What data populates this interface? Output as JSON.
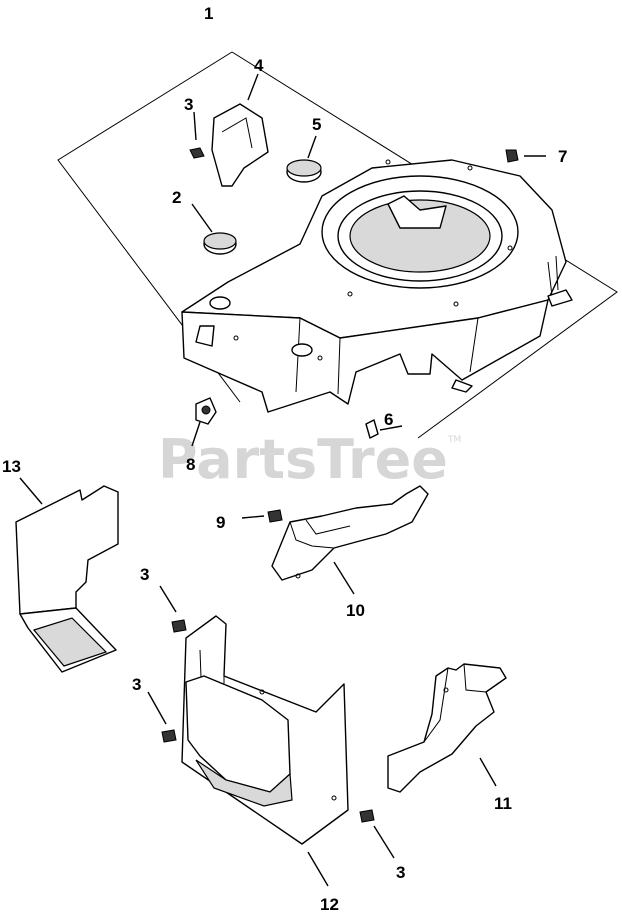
{
  "watermark": {
    "brand": "PartsTree",
    "trademark": "TM"
  },
  "callouts": {
    "c1": "1",
    "c2": "2",
    "c3a": "3",
    "c3b": "3",
    "c3c": "3",
    "c3d": "3",
    "c4": "4",
    "c5": "5",
    "c6": "6",
    "c7": "7",
    "c8": "8",
    "c9": "9",
    "c10": "10",
    "c11": "11",
    "c12": "12",
    "c13": "13"
  }
}
